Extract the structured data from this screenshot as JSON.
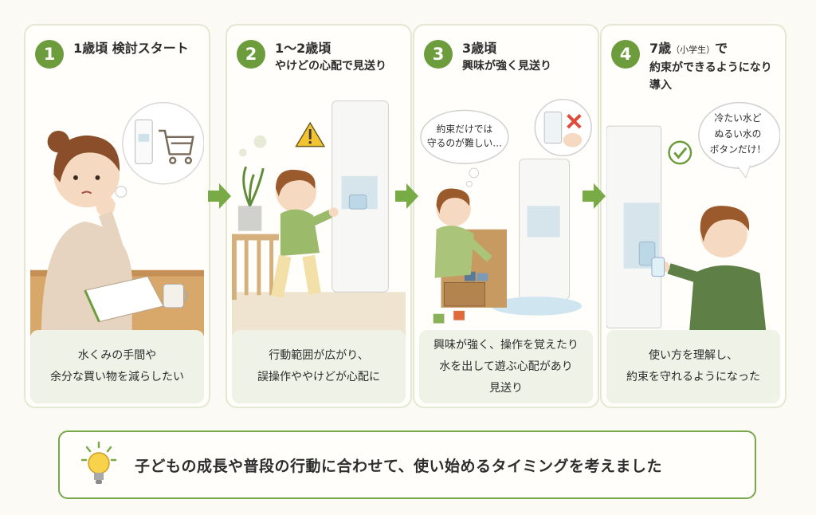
{
  "steps": [
    {
      "number": "1",
      "title": "1歳頃",
      "title_extra": "検討スタート",
      "subtitle": "",
      "caption": [
        "水くみの手間や",
        "余分な買い物を減らしたい"
      ]
    },
    {
      "number": "2",
      "title": "1〜2歳頃",
      "title_extra": "",
      "subtitle": "やけどの心配で見送り",
      "caption": [
        "行動範囲が広がり、",
        "誤操作ややけどが心配に"
      ]
    },
    {
      "number": "3",
      "title": "3歳頃",
      "title_extra": "",
      "subtitle": "興味が強く見送り",
      "bubble": [
        "約束だけでは",
        "守るのが難しい…"
      ],
      "caption": [
        "興味が強く、操作を覚えたり",
        "水を出して遊ぶ心配があり",
        "見送り"
      ]
    },
    {
      "number": "4",
      "title": "7歳",
      "title_small": "（小学生）",
      "title_tail": "で",
      "title_extra": "",
      "subtitle": "約束ができるようになり導入",
      "bubble": [
        "冷たい水ど",
        "ぬるい水の",
        "ボタンだけ！"
      ],
      "caption": [
        "使い方を理解し、",
        "約束を守れるようになった"
      ]
    }
  ],
  "footer": {
    "text": "子どもの成長や普段の行動に合わせて、使い始めるタイミングを考えました"
  },
  "colors": {
    "accent": "#6c9c3c",
    "panel_border": "#e3e8d2",
    "caption_bg": "#eff2e6",
    "footer_border": "#76a84a"
  }
}
